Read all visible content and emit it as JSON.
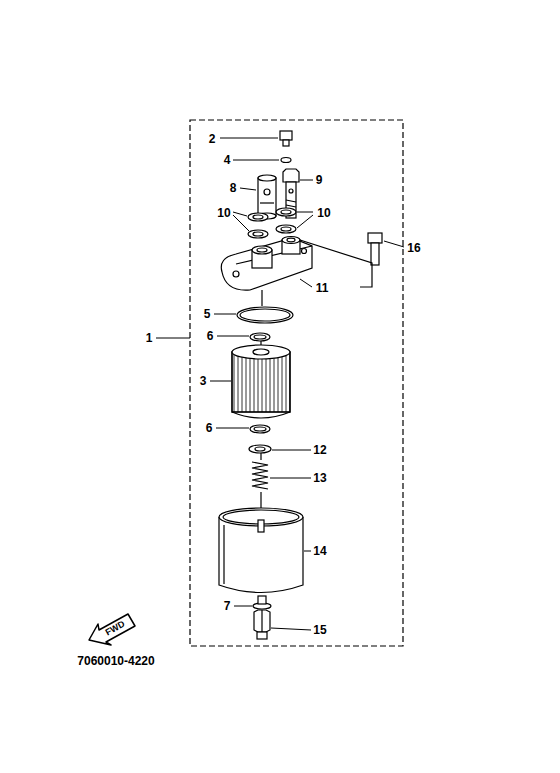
{
  "diagram": {
    "nodes": [
      {
        "text": [
          "FWD"
        ]
      }
    ],
    "labels": [
      "2",
      "4",
      "9",
      "8",
      "10",
      "10",
      "16",
      "11",
      "5",
      "1",
      "6",
      "3",
      "6",
      "12",
      "13",
      "14",
      "7",
      "15",
      "7060010-4220"
    ]
  }
}
